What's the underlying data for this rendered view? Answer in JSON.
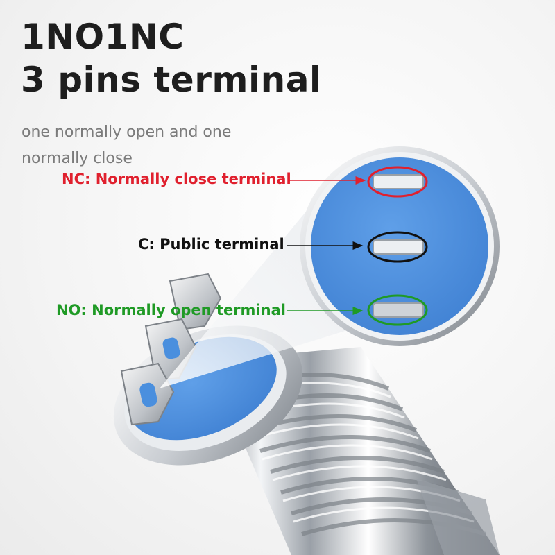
{
  "heading": {
    "line1": "1NO1NC",
    "line2": "3 pins terminal"
  },
  "subtitle": "one normally open and one normally close",
  "terminals": [
    {
      "id": "nc",
      "label": "NC: Normally close terminal",
      "color": "#e0202e"
    },
    {
      "id": "c",
      "label": "C: Public terminal",
      "color": "#111111"
    },
    {
      "id": "no",
      "label": "NO: Normally open terminal",
      "color": "#1f9a25"
    }
  ],
  "colors": {
    "base_blue": "#4a8fde",
    "metal": "#cfd3d8",
    "title": "#1e1e1e",
    "subtitle": "#7b7b7b"
  }
}
